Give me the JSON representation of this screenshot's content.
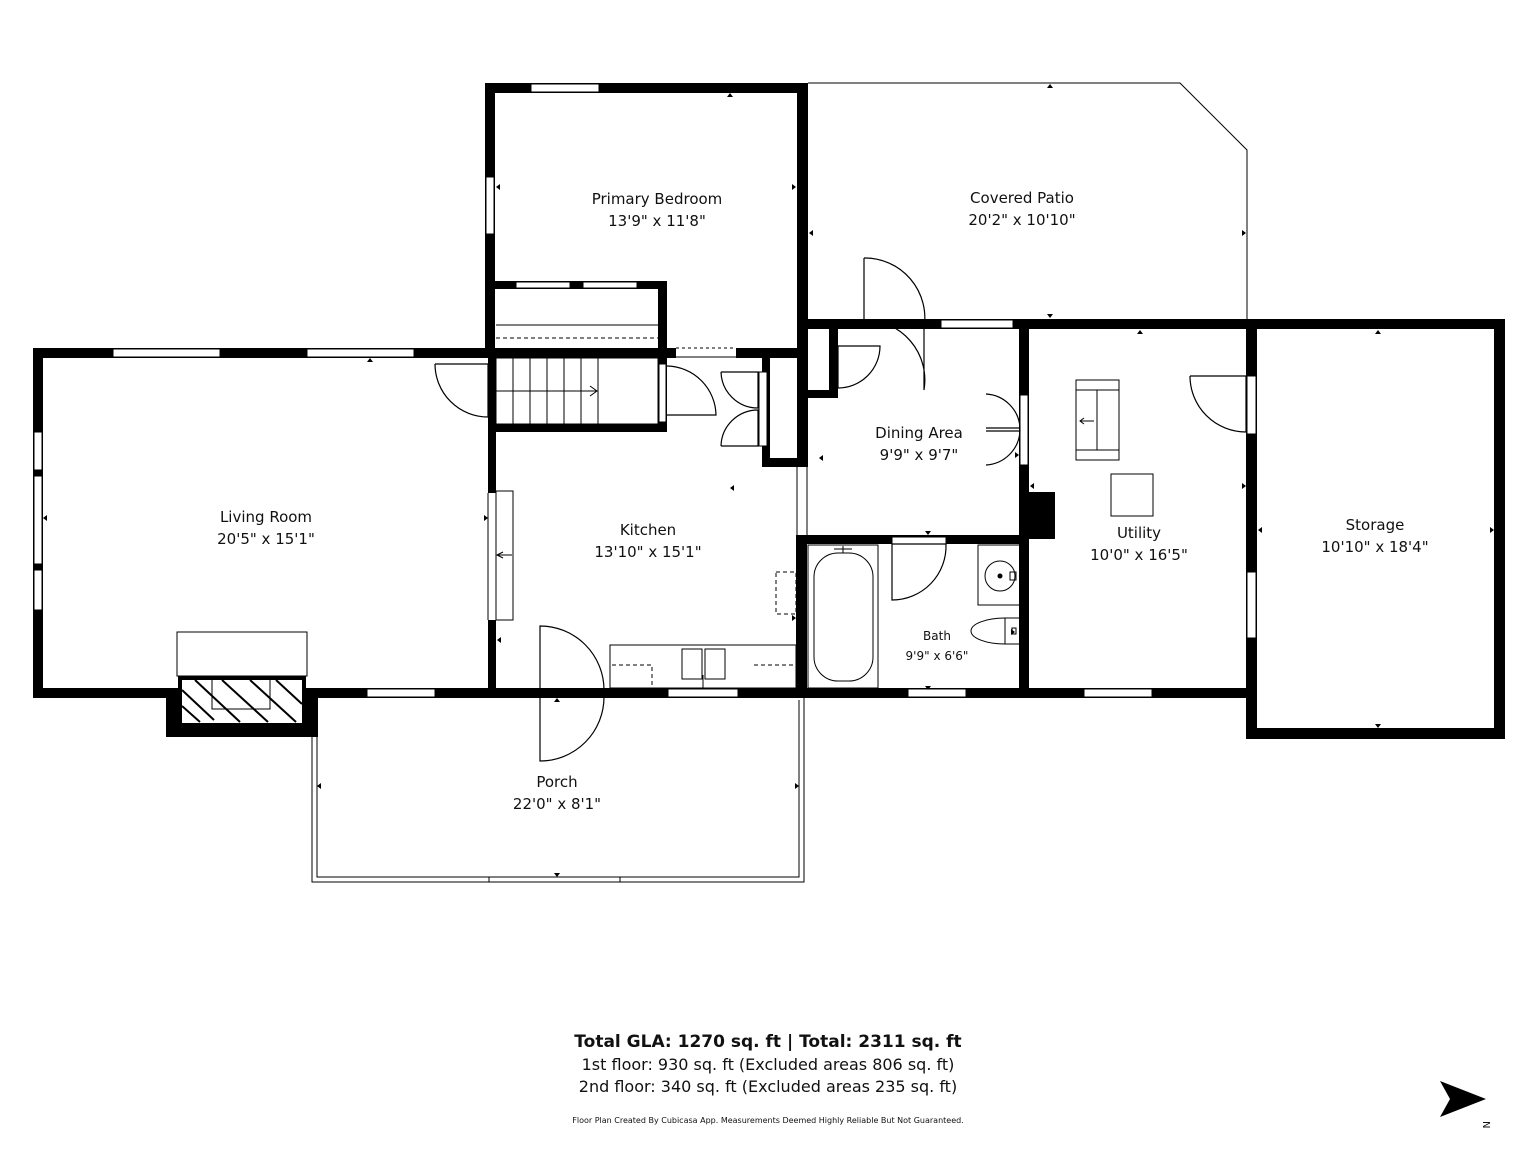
{
  "rooms": {
    "primary_bedroom": {
      "name": "Primary Bedroom",
      "dims": "13'9\" x 11'8\""
    },
    "covered_patio": {
      "name": "Covered Patio",
      "dims": "20'2\" x 10'10\""
    },
    "living_room": {
      "name": "Living Room",
      "dims": "20'5\" x 15'1\""
    },
    "kitchen": {
      "name": "Kitchen",
      "dims": "13'10\" x 15'1\""
    },
    "dining_area": {
      "name": "Dining Area",
      "dims": "9'9\" x 9'7\""
    },
    "utility": {
      "name": "Utility",
      "dims": "10'0\" x 16'5\""
    },
    "storage": {
      "name": "Storage",
      "dims": "10'10\" x 18'4\""
    },
    "bath": {
      "name": "Bath",
      "dims": "9'9\" x 6'6\""
    },
    "porch": {
      "name": "Porch",
      "dims": "22'0\" x 8'1\""
    }
  },
  "summary": {
    "total": "Total GLA: 1270 sq. ft | Total: 2311 sq. ft",
    "first_floor": "1st floor: 930 sq. ft (Excluded areas 806 sq. ft)",
    "second_floor": "2nd floor: 340 sq. ft (Excluded areas 235 sq. ft)"
  },
  "disclaimer": "Floor Plan Created By Cubicasa App. Measurements Deemed Highly Reliable But Not Guaranteed.",
  "compass": {
    "label": "N",
    "icon": "north-arrow-icon"
  },
  "colors": {
    "wall": "#000000",
    "background": "#ffffff"
  }
}
